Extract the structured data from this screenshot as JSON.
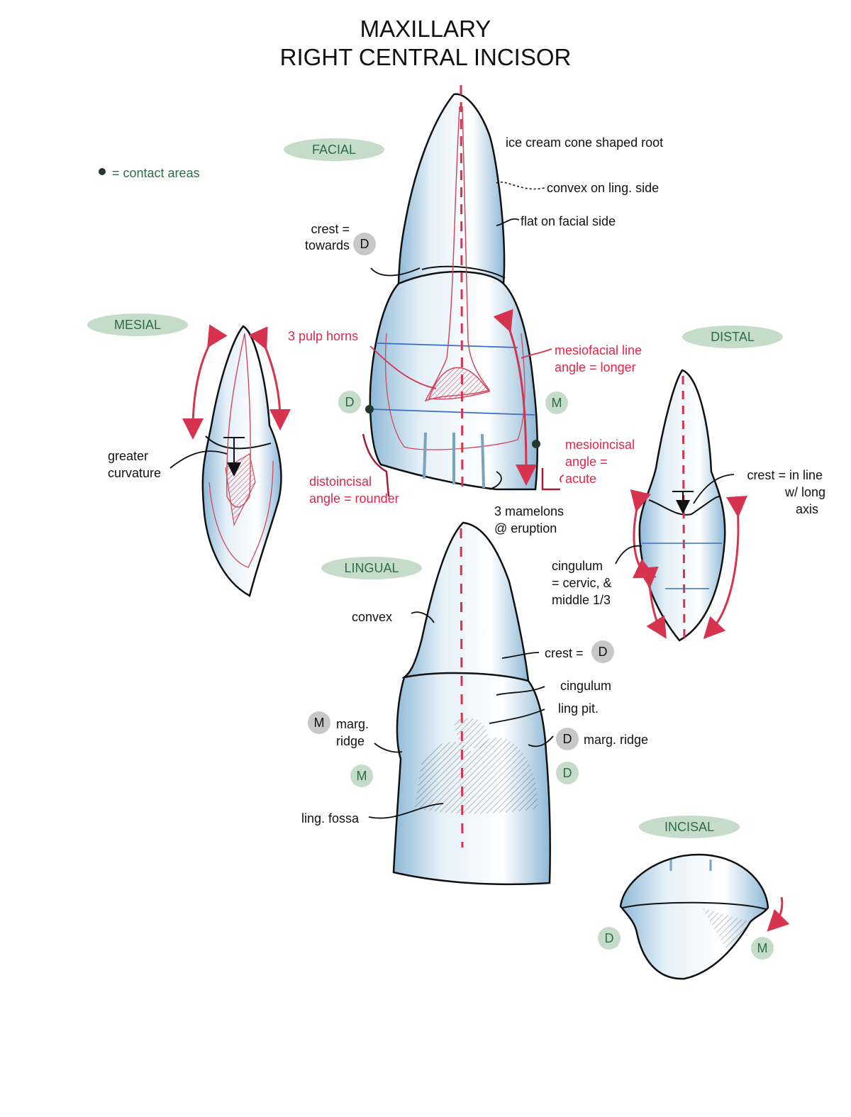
{
  "title": {
    "line1": "MAXILLARY",
    "line2": "RIGHT CENTRAL INCISOR"
  },
  "legend": {
    "text": "= contact areas"
  },
  "views": {
    "facial": "FACIAL",
    "mesial": "MESIAL",
    "distal": "DISTAL",
    "lingual": "LINGUAL",
    "incisal": "INCISAL"
  },
  "facial_labels": {
    "root_shape": "ice cream cone shaped root",
    "convex": "convex on ling. side",
    "flat": "flat on facial side",
    "crest_l1": "crest =",
    "crest_l2": "towards",
    "crest_badge": "D",
    "pulp_horns": "3 pulp horns",
    "mf_l1": "mesiofacial line",
    "mf_l2": "angle = longer",
    "side_d": "D",
    "side_m": "M",
    "mi_l1": "mesioincisal",
    "mi_l2": "angle =",
    "mi_l3": "acute",
    "di_l1": "distoincisal",
    "di_l2": "angle = rounder",
    "mam_l1": "3 mamelons",
    "mam_l2": "@ eruption"
  },
  "mesial_labels": {
    "gc_l1": "greater",
    "gc_l2": "curvature"
  },
  "distal_labels": {
    "crest_l1": "crest = in line",
    "crest_l2": "w/ long",
    "crest_l3": "axis",
    "cing_l1": "cingulum",
    "cing_l2": "= cervic, &",
    "cing_l3": "middle 1/3"
  },
  "lingual_labels": {
    "convex": "convex",
    "crest": "crest =",
    "crest_badge": "D",
    "cingulum": "cingulum",
    "ling_pit": "ling pit.",
    "m_badge": "M",
    "m_ridge_l1": "marg.",
    "m_ridge_l2": "ridge",
    "d_badge": "D",
    "d_ridge": "marg. ridge",
    "side_m": "M",
    "side_d": "D",
    "fossa": "ling. fossa"
  },
  "incisal_labels": {
    "side_d": "D",
    "side_m": "M"
  },
  "colors": {
    "annotation_red": "#e0264a",
    "view_green": "#2e6b4a",
    "pill_bg": "#c4dcc8",
    "tooth_blue": "#a9cbe0"
  }
}
